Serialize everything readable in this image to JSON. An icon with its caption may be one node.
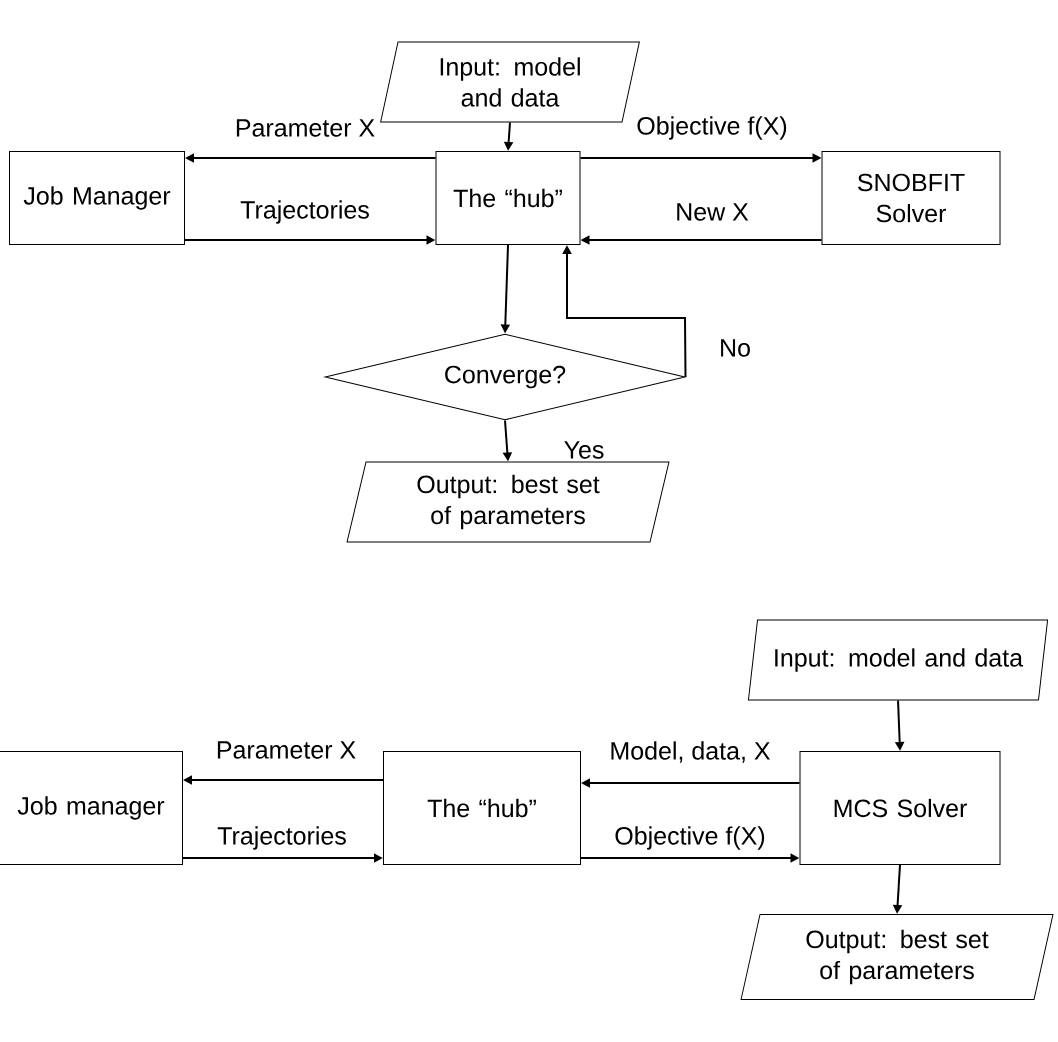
{
  "diagram": {
    "nodes": [
      {
        "text": [
          "Input: model and data"
        ]
      },
      {
        "text": [
          "Job Manager"
        ]
      },
      {
        "text": [
          "The “hub”"
        ]
      },
      {
        "text": [
          "SNOBFIT Solver"
        ]
      },
      {
        "text": [
          "Converge?"
        ]
      },
      {
        "text": [
          "Output: best set of parameters"
        ]
      },
      {
        "text": [
          "Input: model and data"
        ]
      },
      {
        "text": [
          "Job manager"
        ]
      },
      {
        "text": [
          "The “hub”"
        ]
      },
      {
        "text": [
          "MCS Solver"
        ]
      },
      {
        "text": [
          "Output: best set of parameters"
        ]
      }
    ],
    "edges": [
      {
        "from": 0,
        "to": 2,
        "arrow": "to"
      },
      {
        "from": 2,
        "to": 1,
        "arrow": "to",
        "label": "Parameter X"
      },
      {
        "from": 1,
        "to": 2,
        "arrow": "to",
        "label": "Trajectories"
      },
      {
        "from": 2,
        "to": 3,
        "arrow": "to",
        "label": "Objective f(X)"
      },
      {
        "from": 3,
        "to": 2,
        "arrow": "to",
        "label": "New X"
      },
      {
        "from": 2,
        "to": 4,
        "arrow": "to"
      },
      {
        "from": 4,
        "to": 2,
        "arrow": "to",
        "label": "No"
      },
      {
        "from": 4,
        "to": 5,
        "arrow": "to",
        "label": "Yes"
      },
      {
        "from": 6,
        "to": 9,
        "arrow": "to"
      },
      {
        "from": 8,
        "to": 7,
        "arrow": "to",
        "label": "Parameter X"
      },
      {
        "from": 7,
        "to": 8,
        "arrow": "to",
        "label": "Trajectories"
      },
      {
        "from": 9,
        "to": 8,
        "arrow": "to",
        "label": "Model,  data, X"
      },
      {
        "from": 8,
        "to": 9,
        "arrow": "to",
        "label": "Objective f(X)"
      },
      {
        "from": 9,
        "to": 10,
        "arrow": "to"
      }
    ]
  }
}
